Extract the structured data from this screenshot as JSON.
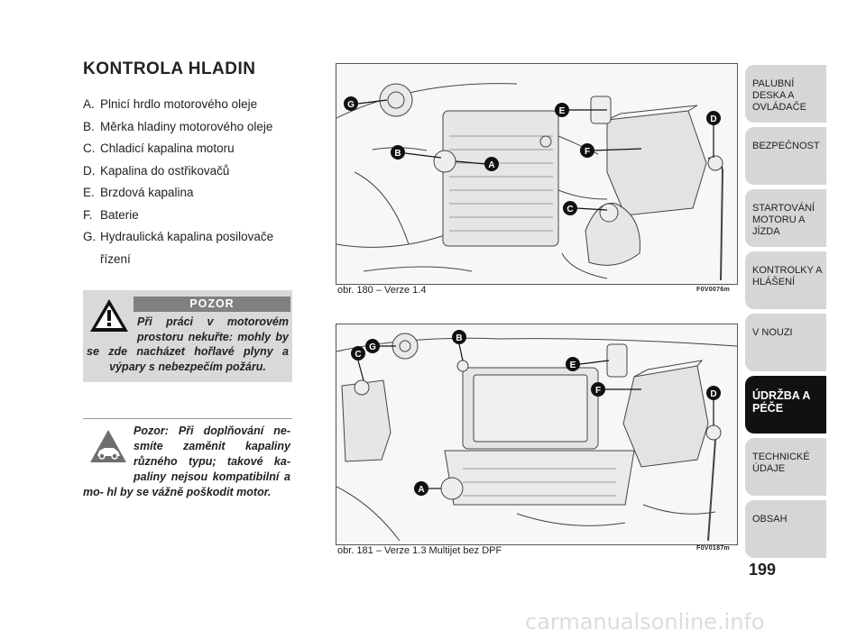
{
  "title": "KONTROLA HLADIN",
  "legend": [
    {
      "key": "A.",
      "text": "Plnicí hrdlo motorového oleje"
    },
    {
      "key": "B.",
      "text": "Měrka hladiny motorového oleje"
    },
    {
      "key": "C.",
      "text": "Chladicí kapalina motoru"
    },
    {
      "key": "D.",
      "text": "Kapalina do ostřikovačů"
    },
    {
      "key": "E.",
      "text": "Brzdová kapalina"
    },
    {
      "key": "F.",
      "text": "Baterie"
    },
    {
      "key": "G.",
      "text": "Hydraulická kapalina posilovače řízení"
    }
  ],
  "warning": {
    "header": "POZOR",
    "text": "Při práci v motorovém prostoru nekuřte: mohly by se zde nacházet hořlavé plyny a výpary s nebezpečím požáru."
  },
  "note": {
    "text": "Pozor: Při doplňování ne- smíte zaměnit kapaliny různého typu; takové ka- paliny nejsou kompatibilní a mo- hl by se vážně poškodit motor."
  },
  "figures": [
    {
      "caption": "obr. 180 – Verze 1.4",
      "code": "F0V0076m",
      "labels": [
        "G",
        "E",
        "D",
        "B",
        "A",
        "F",
        "C"
      ]
    },
    {
      "caption": "obr. 181 – Verze 1.3 Multijet bez DPF",
      "code": "F0V0187m",
      "labels": [
        "G",
        "B",
        "C",
        "E",
        "F",
        "D",
        "A"
      ]
    }
  ],
  "tabs": [
    {
      "label": "PALUBNÍ DESKA A OVLÁDAČE",
      "active": false
    },
    {
      "label": "BEZPEČNOST",
      "active": false
    },
    {
      "label": "STARTOVÁNÍ MOTORU A JÍZDA",
      "active": false
    },
    {
      "label": "KONTROLKY A HLÁŠENÍ",
      "active": false
    },
    {
      "label": "V NOUZI",
      "active": false
    },
    {
      "label": "ÚDRŽBA A PÉČE",
      "active": true
    },
    {
      "label": "TECHNICKÉ ÚDAJE",
      "active": false
    },
    {
      "label": "OBSAH",
      "active": false
    }
  ],
  "page_number": "199",
  "watermark": "carmanualsonline.info"
}
